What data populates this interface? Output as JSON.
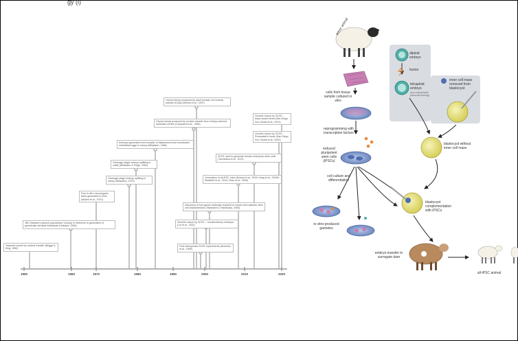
{
  "header": {
    "text": "gy (i)"
  },
  "timeline": {
    "years": [
      "1950",
      "1960",
      "1970",
      "1980",
      "1990",
      "2000",
      "2010",
      "2020"
    ],
    "events": [
      "Tadpoles cloned by nuclear transfer (Briggs & King, 1952)",
      "JBS Haldane's speech popularises 'cloning' in reference to generation of genetically identical individuals (Haldane, 1963)",
      "First in vitro monozygotic twins generated in mice (Mullen et al., 1970)",
      "Cleavage-stage embryo splitting in sheep (Willadsen, 1979)",
      "Cleavage-stage embryo splitting in cattle (Willadsen & Polge, 1981)",
      "Embryos generated from transfer of blastomeres into enucleated unfertilised eggs in sheep (Willadsen, 1986)",
      "Cloned sheep produced by nuclear transfer from embryo-derived epithelial cell line (Campbell et al., 1996)",
      "Cloned sheep produced by adult somatic cell nuclear transfer (Dolly) (Wilmut et al., 1997)",
      "First interspecies SCNT experiments (Dominko et al., 1999)",
      "Genetic rescue by SCNT – mouflon/sheep embryos (Loi et al., 2001)",
      "Discovery of four genes minimally required to induce and maintain stem cell characteristics (Takahashi & Yamanaka, 2006)",
      "Generation of all-iPSC mice (Boland et al., 2009; Kang et al., 2009b; Stadtfeld et al., 2010; Zhao et al., 2009)",
      "SCNT used to generate human embryonic stem cells (Tachibana et al., 2013)",
      "Genetic rescue by SCNT – Przewalski's horse (San Diego Zoo Global et al., 2020)",
      "Genetic rescue by SCNT – black-footed ferret (San Diego Zoo Global et al., 2021)"
    ]
  },
  "diagram": {
    "donor_animal": "donor animal",
    "cells_from_tissue": "cells from tissue sample cultured in vitro",
    "reprogramming": "reprogramming with transcription factors",
    "ipscs": "induced pluripotent stem cells (iPSCs)",
    "cell_culture": "cell culture and differentiation",
    "gametes": "in vitro-produced gametes",
    "diploid_embryo": "diploid embryo",
    "fusion": "fusion",
    "tetraploid_embryo": "tetraploid embryo",
    "tetraploid_sub": "(non-implantable placenta-forming)",
    "inner_cell_mass": "inner cell mass removed from blastocyst",
    "blastocyst_without": "blastocyst without inner cell mass",
    "blastocyst_complementation": "blastocyst complementation with iPSCs",
    "embryo_transfer": "embryo transfer to surrogate dam",
    "all_ipsc_animal": "all-iPSC animal"
  },
  "colors": {
    "timeline_line": "#9a9a9a",
    "dish": "#7a96c8",
    "cell_pink": "#c77fb4",
    "orange_dots": "#e8893a",
    "embryo_teal": "#4fb0a8",
    "embryo_yellow": "#e9e27a",
    "panel_grey": "#d9dde2",
    "surrogate": "#b98a5e"
  }
}
